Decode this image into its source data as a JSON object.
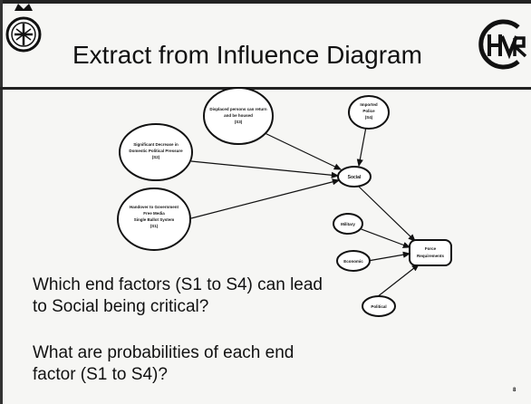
{
  "title": "Extract from Influence Diagram",
  "nodes": {
    "s4": [
      "Imported",
      "Police",
      "(S4)"
    ],
    "s3": [
      "Displaced persons can return",
      "and be housed",
      "(S3)"
    ],
    "s2": [
      "Significant Decrease in",
      "Domestic Political Pressure",
      "(S2)"
    ],
    "s1": [
      "Handover to Government",
      "Free Media",
      "Single Ballot System",
      "(S1)"
    ],
    "social": "Social",
    "military": "Military",
    "economic": "Economic",
    "political": "Political",
    "force": [
      "Force",
      "Requirements"
    ]
  },
  "questions": {
    "q1": "Which end factors (S1 to S4) can lead to Social being critical?",
    "q2": "What are probabilities of each end factor (S1 to S4)?"
  },
  "page_number": "8"
}
